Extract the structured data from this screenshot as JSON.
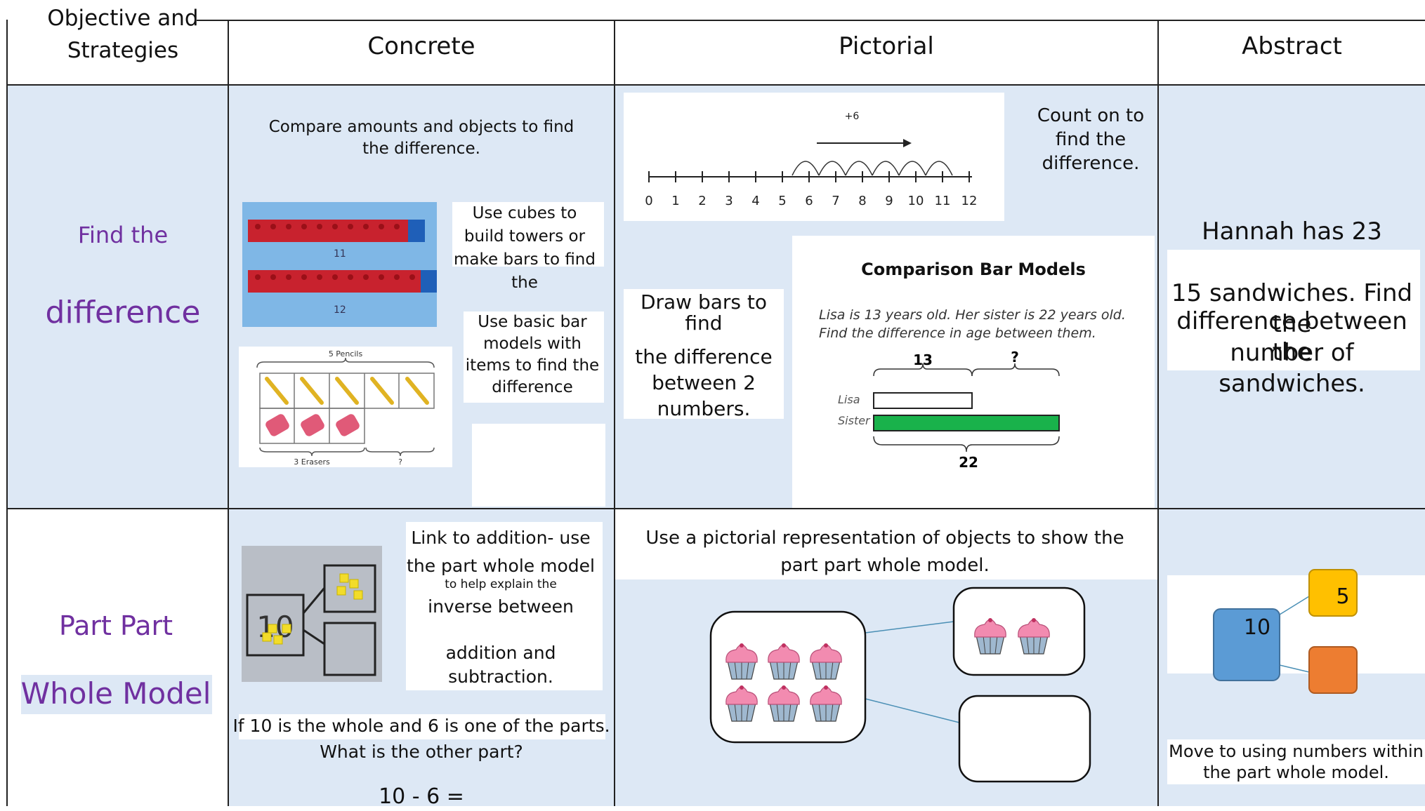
{
  "header": {
    "objective_line1": "Objective and",
    "objective_line2": "Strategies",
    "concrete": "Concrete",
    "pictorial": "Pictorial",
    "abstract": "Abstract"
  },
  "row1": {
    "title_line1": "Find the",
    "title_line2": "difference",
    "concrete": {
      "intro": "Compare amounts and objects to find the difference.",
      "cubes_text": "Use cubes to build towers or make bars to find the",
      "cube_label_11": "11",
      "cube_label_12": "12",
      "bar_text": "Use basic bar models with items to find the difference",
      "pencils_label": "5 Pencils",
      "erasers_label": "3 Erasers",
      "question": "?"
    },
    "pictorial": {
      "numberline_jump": "+6",
      "numberline_ticks": [
        "0",
        "1",
        "2",
        "3",
        "4",
        "5",
        "6",
        "7",
        "8",
        "9",
        "10",
        "11",
        "12"
      ],
      "count_text": "Count on to find the difference.",
      "draw_text_1": "Draw bars to find",
      "draw_text_2": "the difference between 2 numbers.",
      "bm_title": "Comparison Bar Models",
      "bm_problem_1": "Lisa is 13 years old. Her sister is 22 years old.",
      "bm_problem_2": "Find the difference in age between them.",
      "bm_lisa": "Lisa",
      "bm_sister": "Sister",
      "bm_13": "13",
      "bm_q": "?",
      "bm_22": "22",
      "sister_color": "#19b24b"
    },
    "abstract": {
      "line1": "Hannah has 23",
      "line2": "15 sandwiches. Find the",
      "line3": "difference between the",
      "line4": "number of sandwiches."
    }
  },
  "row2": {
    "title_line1": "Part Part",
    "title_line2": "Whole Model",
    "concrete": {
      "photo_number": "10",
      "link_1": "Link to addition- use",
      "link_2": "the part whole model",
      "link_small": "to help explain the",
      "link_3": "inverse between",
      "link_4": "addition and",
      "link_5": "subtraction.",
      "question_1": "If 10 is the whole and 6 is one of the parts.",
      "question_2": "What is the other part?",
      "equation": "10 - 6 ="
    },
    "pictorial": {
      "text": "Use a pictorial representation of objects to show the part part whole model."
    },
    "abstract": {
      "whole": "10",
      "part": "5",
      "whole_color": "#5b9bd5",
      "part1_color": "#ffc000",
      "part2_color": "#ed7d31",
      "caption": "Move to using numbers within the part whole model."
    }
  }
}
